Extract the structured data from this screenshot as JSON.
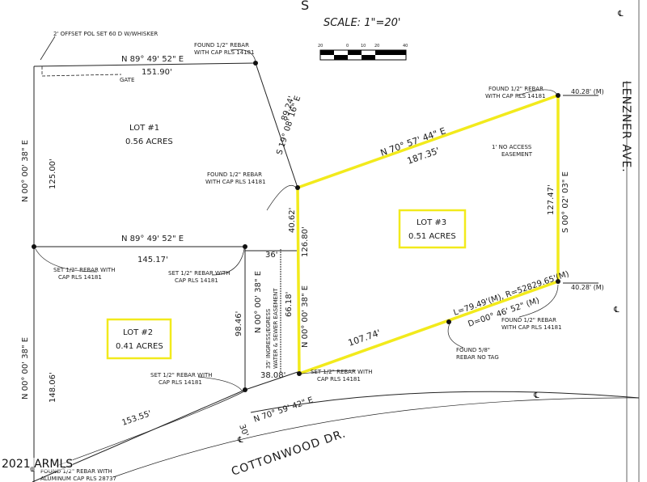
{
  "top_fragment": "S",
  "scale": {
    "label": "SCALE: 1\"=20'",
    "ticks": [
      "20",
      "0",
      "10",
      "20",
      "40"
    ]
  },
  "streets": {
    "right": "LENZNER AVE.",
    "bottom": "COTTONWOOD DR."
  },
  "lots": [
    {
      "name": "LOT #1",
      "area": "0.56 ACRES"
    },
    {
      "name": "LOT #2",
      "area": "0.41 ACRES"
    },
    {
      "name": "LOT #3",
      "area": "0.51 ACRES"
    }
  ],
  "bearings": {
    "top_line": "N 89° 49' 52\" E",
    "mid_line": "N 89° 49' 52\" E",
    "left_upper": "N 00° 00' 38\" E",
    "left_lower": "N 00° 00' 38\" E",
    "diagonal": "S 19° 08' 16\" E",
    "lot3_top": "N 70° 57' 44\" E",
    "lot3_right": "S 00° 02' 03\" E",
    "lot3_left": "N 00° 00' 38\" E",
    "lot2_right": "N 00° 00' 38\" E",
    "bottom_line": "N 70° 59' 42\" E"
  },
  "distances": {
    "top": "151.90'",
    "left_upper": "125.00'",
    "diag": "89.24'",
    "mid": "145.17'",
    "lot3_top": "187.35'",
    "lot3_right": "127.47'",
    "lot3_left_a": "40.62'",
    "lot3_left_b": "126.80'",
    "lot3_bottom": "107.74'",
    "lot2_right": "98.46'",
    "mid_small": "36'",
    "ease_len": "66.18'",
    "lot2_bottom": "38.08'",
    "left_lower": "148.06'",
    "bottom": "153.55'",
    "row_30": "30'",
    "right_top": "40.28' (M)",
    "right_bottom": "40.28' (M)"
  },
  "curve": {
    "arc": "L=79.49'(M), R=52829.65'(M)",
    "delta": "D=00° 46' 52\" (M)"
  },
  "notes": {
    "pole": "2' OFFSET POL SET 60 D W/WHISKER",
    "found_top": [
      "FOUND 1/2\" REBAR",
      "WITH CAP RLS 14181"
    ],
    "gate": "GATE",
    "found_mid": [
      "FOUND 1/2\" REBAR",
      "WITH CAP RLS 14181"
    ],
    "found_tr": [
      "FOUND 1/2\" REBAR",
      "WITH CAP RLS 14181"
    ],
    "no_access": [
      "1' NO ACCESS",
      "EASEMENT"
    ],
    "set_left": [
      "SET 1/2\" REBAR WITH",
      "CAP RLS 14181"
    ],
    "set_mid": [
      "SET 1/2\" REBAR WITH",
      "CAP RLS 14181"
    ],
    "easement": [
      "35' INGRESS/EGRESS",
      "WATER & SEWER EASEMENT"
    ],
    "set_lot2": [
      "SET 1/2\" REBAR WITH",
      "CAP RLS 14181"
    ],
    "set_lot3": [
      "SET 1/2\" REBAR WITH",
      "CAP RLS 14181"
    ],
    "found_br": [
      "FOUND 1/2\" REBAR",
      "WITH CAP RLS 14181"
    ],
    "found_58": [
      "FOUND 5/8\"",
      "REBAR NO TAG"
    ],
    "found_bl": [
      "FOUND 1/2\" REBAR WITH",
      "ALUMINUM CAP RLS 28737"
    ]
  },
  "watermark": "2021 ARMLS",
  "colors": {
    "lot3_outline": "#f2ea1c",
    "lot_box": "#f2ea1c",
    "line": "#222222"
  }
}
